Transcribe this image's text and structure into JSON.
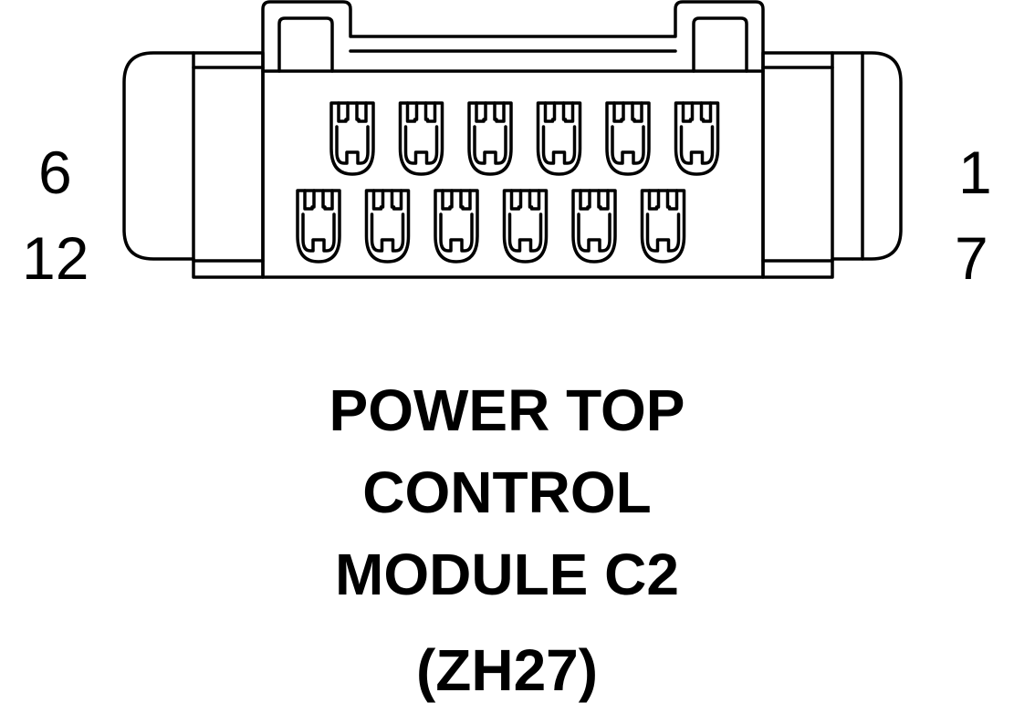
{
  "connector": {
    "pin_labels": {
      "top_left": "6",
      "bottom_left": "12",
      "top_right": "1",
      "bottom_right": "7"
    },
    "top_row_cavities": 6,
    "bottom_row_cavities": 6
  },
  "title": {
    "line1": "POWER TOP",
    "line2": "CONTROL",
    "line3": "MODULE C2",
    "line4": "(ZH27)"
  },
  "colors": {
    "stroke": "#000000",
    "background": "#ffffff"
  }
}
